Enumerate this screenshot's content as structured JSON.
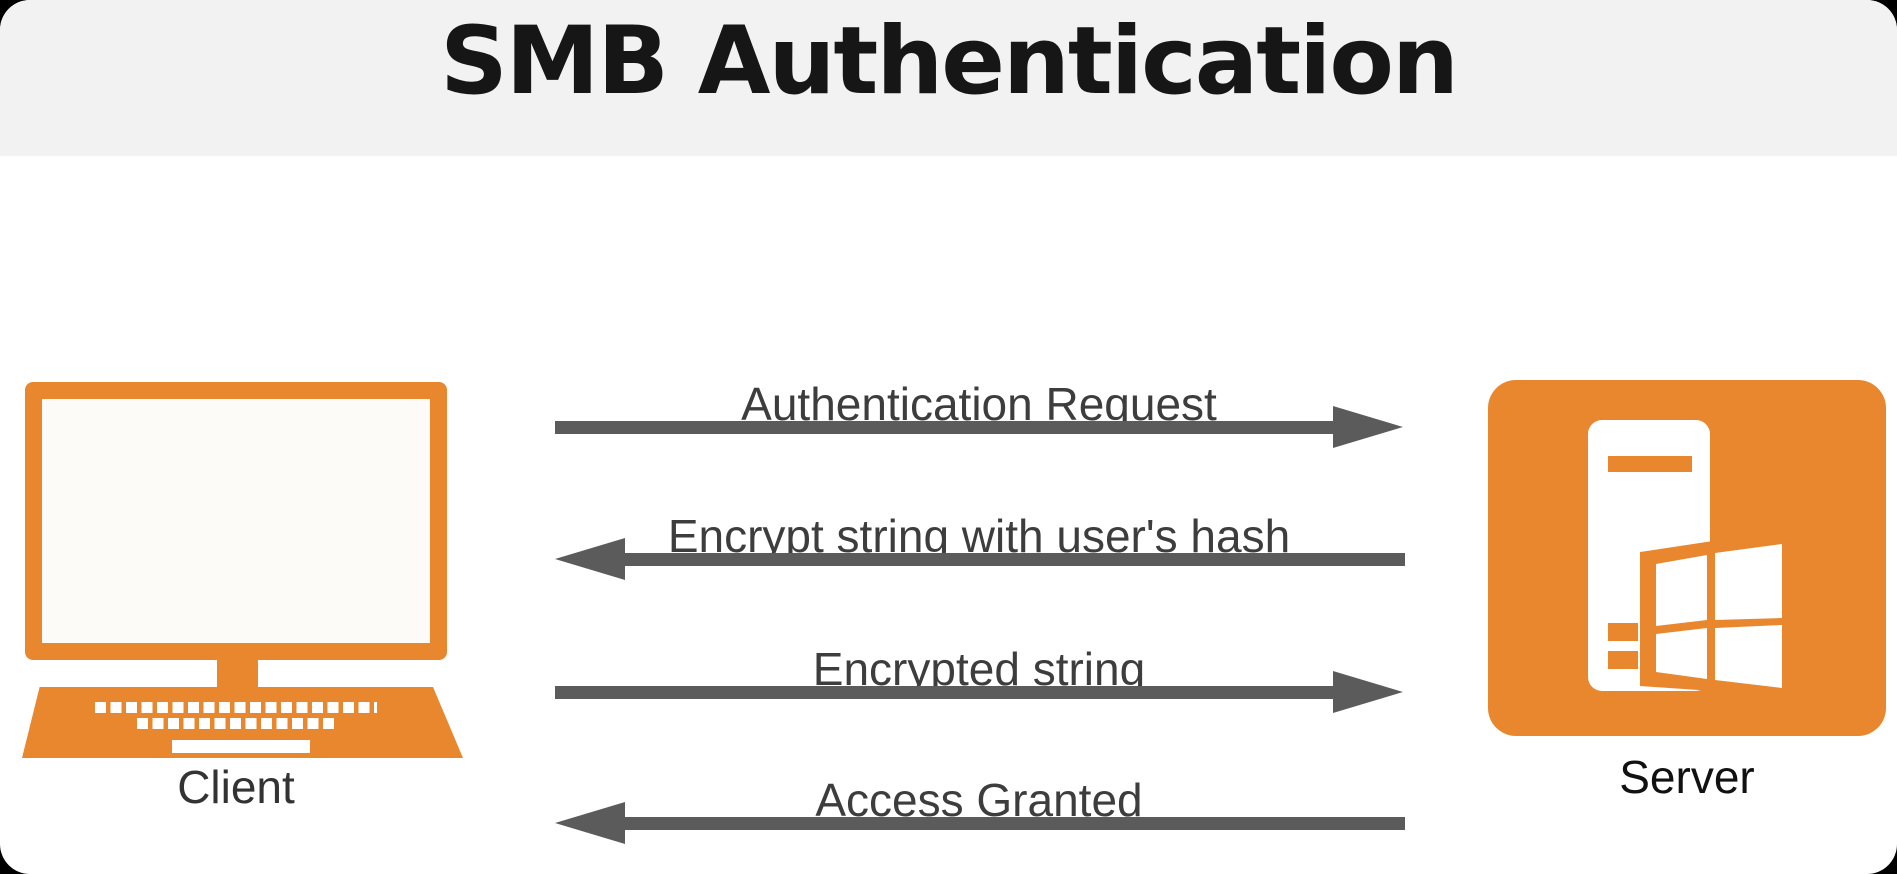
{
  "title": "SMB Authentication",
  "nodes": {
    "client": {
      "label": "Client",
      "icon": "laptop-computer-icon"
    },
    "server": {
      "label": "Server",
      "icon": "windows-server-icon"
    }
  },
  "messages": [
    {
      "label": "Authentication Request",
      "direction": "right"
    },
    {
      "label": "Encrypt string with user's hash",
      "direction": "left"
    },
    {
      "label": "Encrypted string",
      "direction": "right"
    },
    {
      "label": "Access Granted",
      "direction": "left"
    }
  ],
  "colors": {
    "accent_orange": "#E8872E",
    "arrow_gray": "#5B5B5B",
    "header_bg": "#F2F2F2",
    "title_color": "#161616",
    "message_label_color": "#3D3D3D",
    "client_label_color": "#333333",
    "server_label_color": "#111111",
    "screen_white": "#FCFBF8",
    "canvas_bg": "#FFFFFF"
  }
}
